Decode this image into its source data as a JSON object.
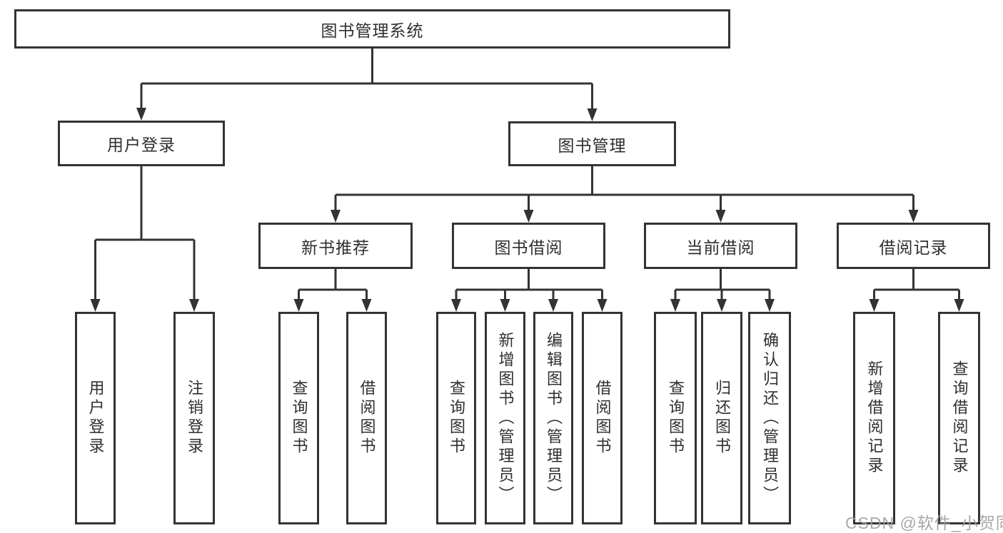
{
  "diagram": {
    "title": "图书管理系统",
    "root": "图书管理系统",
    "branches": [
      {
        "label": "用户登录",
        "children": [
          "用户登录",
          "注销登录"
        ]
      },
      {
        "label": "图书管理",
        "children": [
          {
            "label": "新书推荐",
            "children": [
              "查询图书",
              "借阅图书"
            ]
          },
          {
            "label": "图书借阅",
            "children": [
              "查询图书",
              "新增图书（管理员）",
              "编辑图书（管理员）",
              "借阅图书"
            ]
          },
          {
            "label": "当前借阅",
            "children": [
              "查询图书",
              "归还图书",
              "确认归还（管理员）"
            ]
          },
          {
            "label": "借阅记录",
            "children": [
              "新增借阅记录",
              "查询借阅记录"
            ]
          }
        ]
      }
    ]
  },
  "watermark": {
    "text": "CSDN @软件_小贺同学"
  },
  "colors": {
    "line": "#333333",
    "text": "#2f2f2f",
    "background": "#ffffff",
    "watermark": "#9e9e9e"
  }
}
